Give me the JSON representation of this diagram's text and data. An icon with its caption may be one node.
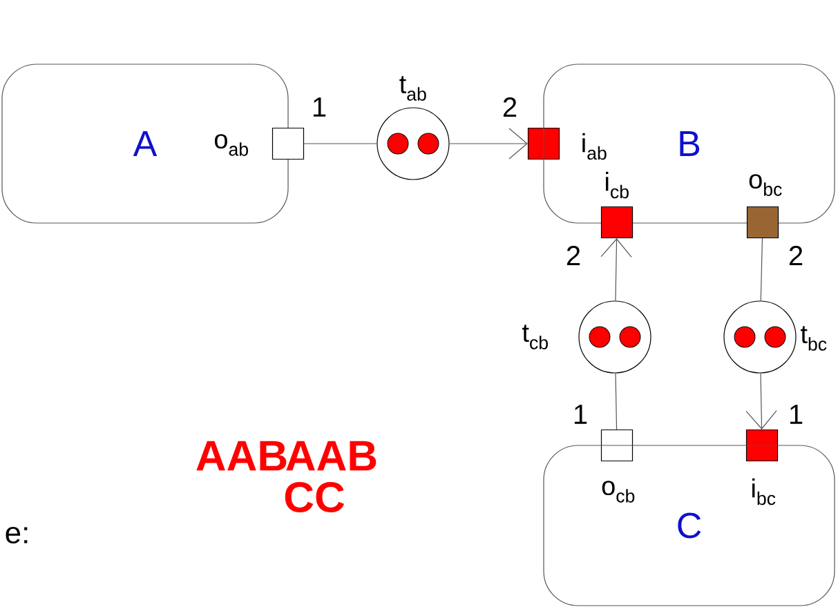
{
  "diagram": {
    "nodes": [
      {
        "text": [
          "A"
        ]
      },
      {
        "text": [],
        "shape": "box"
      },
      {
        "text": [],
        "shape": "circle",
        "beside": [
          "t$_{ab}$"
        ]
      },
      {
        "text": [],
        "shape": "box"
      },
      {
        "text": [
          "B"
        ]
      },
      {
        "text": [],
        "shape": "box",
        "beside": [
          "i$_{cb}$"
        ]
      },
      {
        "text": [],
        "shape": "box",
        "beside": [
          "o$_{bc}$"
        ]
      },
      {
        "text": [],
        "shape": "circle",
        "beside": [
          "t$_{cb}$"
        ]
      },
      {
        "text": [],
        "shape": "circle",
        "beside": [
          "t$_{bc}$"
        ]
      },
      {
        "text": [],
        "shape": "box"
      },
      {
        "text": [],
        "shape": "box"
      },
      {
        "text": [
          "C"
        ]
      }
    ],
    "edges": [
      {
        "from": 1,
        "to": 2,
        "arrow": "none",
        "label": "1"
      },
      {
        "from": 2,
        "to": 3,
        "arrow": "to",
        "label": "2"
      },
      {
        "from": 9,
        "to": 7,
        "arrow": "none",
        "label": "1"
      },
      {
        "from": 7,
        "to": 5,
        "arrow": "to",
        "label": "2"
      },
      {
        "from": 6,
        "to": 8,
        "arrow": "none",
        "label": "2"
      },
      {
        "from": 8,
        "to": 10,
        "arrow": "to",
        "label": "1"
      }
    ],
    "labels": [
      "o$_{ab}$",
      "i$_{ab}$",
      "AAB",
      "AAB",
      "CC",
      "o$_{cb}$",
      "i$_{bc}$",
      "e:"
    ]
  }
}
